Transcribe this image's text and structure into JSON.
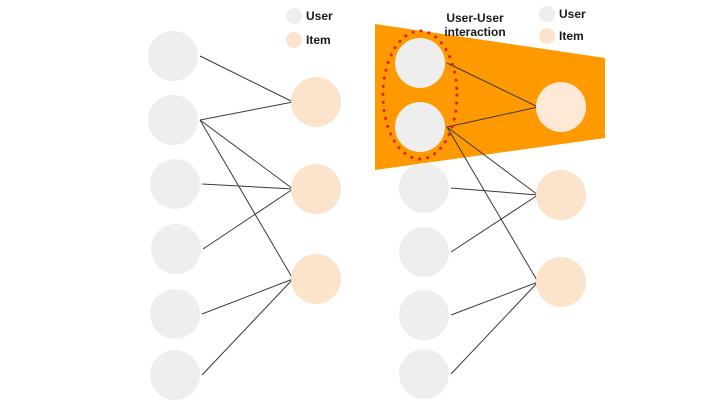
{
  "colors": {
    "user_node": "#eeeeee",
    "item_node": "#fbe3cc",
    "edge": "#3a3a3a",
    "highlight_band": "#ff9900",
    "interaction_ring": "#e0201b",
    "background": "#ffffff"
  },
  "left_graph": {
    "legend": {
      "user_label": "User",
      "item_label": "Item"
    }
  },
  "right_graph": {
    "legend": {
      "user_label": "User",
      "item_label": "Item"
    },
    "annotation": {
      "line1": "User-User",
      "line2": "interaction"
    },
    "highlighted_users": [
      "U1",
      "U2"
    ]
  },
  "graph": {
    "users": [
      "U1",
      "U2",
      "U3",
      "U4",
      "U5",
      "U6"
    ],
    "items": [
      "I1",
      "I2",
      "I3"
    ],
    "edges": [
      [
        "U1",
        "I1"
      ],
      [
        "U2",
        "I1"
      ],
      [
        "U2",
        "I2"
      ],
      [
        "U2",
        "I3"
      ],
      [
        "U3",
        "I2"
      ],
      [
        "U4",
        "I2"
      ],
      [
        "U5",
        "I3"
      ],
      [
        "U6",
        "I3"
      ]
    ]
  }
}
